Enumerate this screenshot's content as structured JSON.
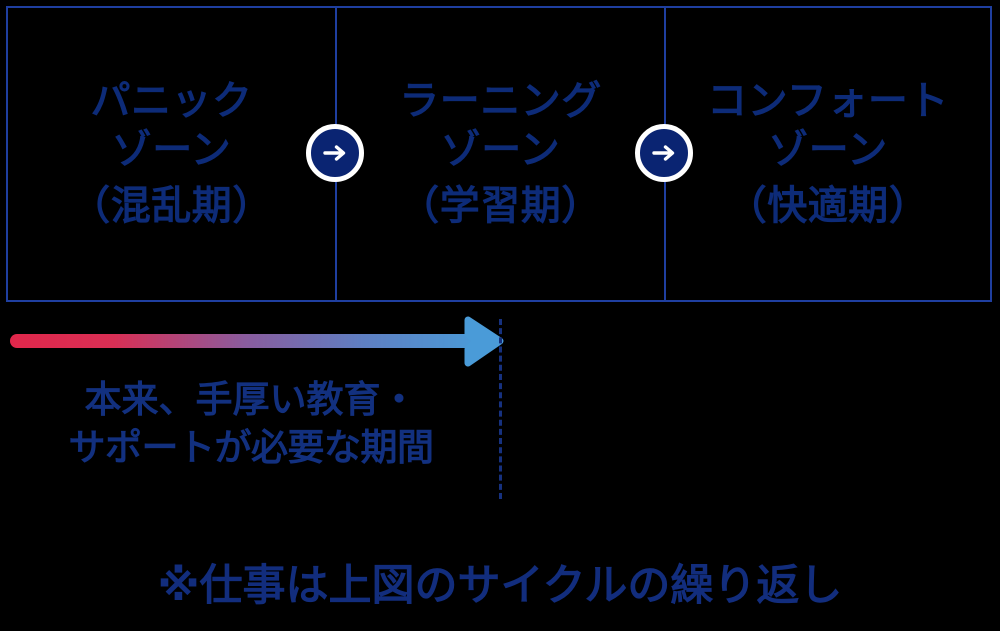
{
  "colors": {
    "background": "#000000",
    "frame_border": "#1f3fa0",
    "text_navy": "#0d2b78",
    "badge_fill": "#0a2472",
    "badge_ring": "#ffffff",
    "arrow_gradient_start": "#e0274b",
    "arrow_gradient_mid": "#7a63a8",
    "arrow_gradient_end": "#4a9bd8",
    "dashed_guide": "#16317f"
  },
  "zones": [
    {
      "id": "panic",
      "line1": "パニック",
      "line2": "ゾーン",
      "line3": "（混乱期）"
    },
    {
      "id": "learning",
      "line1": "ラーニング",
      "line2": "ゾーン",
      "line3": "（学習期）"
    },
    {
      "id": "comfort",
      "line1": "コンフォート",
      "line2": "ゾーン",
      "line3": "（快適期）"
    }
  ],
  "transitions": [
    {
      "id": "panic-to-learning",
      "icon": "arrow-right-icon"
    },
    {
      "id": "learning-to-comfort",
      "icon": "arrow-right-icon"
    }
  ],
  "timeline": {
    "arrow_icon": "gradient-arrow-right-icon",
    "caption_line1": "本来、手厚い教育・",
    "caption_line2": "サポートが必要な期間"
  },
  "footnote": {
    "text": "※仕事は上図のサイクルの繰り返し"
  }
}
